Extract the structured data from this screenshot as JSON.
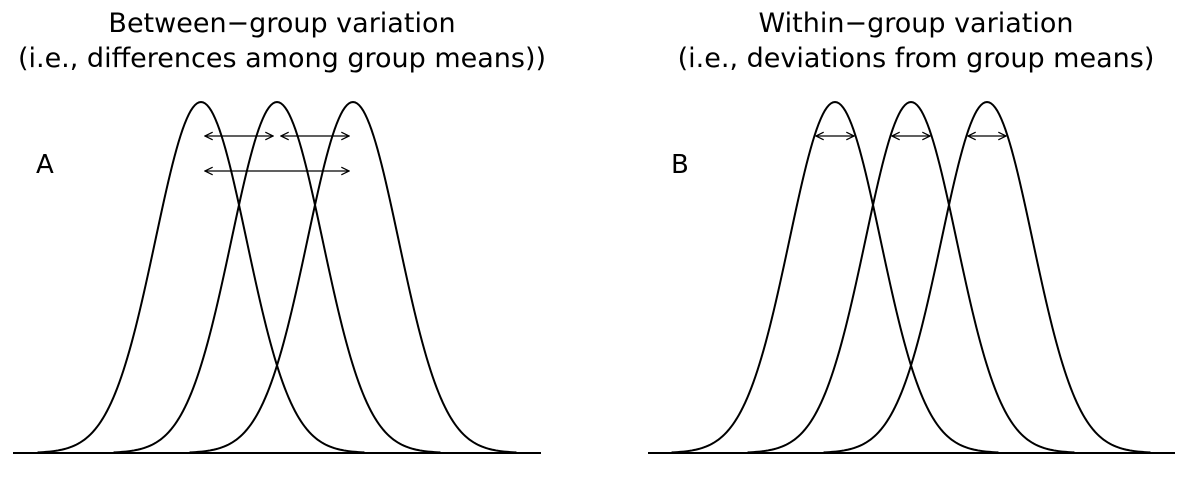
{
  "panels": [
    {
      "id": "A",
      "label": "A",
      "title_line1": "Between−group variation",
      "title_line2": "(i.e., differences among group means))",
      "group_means": [
        -1,
        0,
        1
      ],
      "arrows": [
        {
          "from": -1,
          "to": 0
        },
        {
          "from": 0,
          "to": 1
        },
        {
          "from": -1,
          "to": 1
        }
      ]
    },
    {
      "id": "B",
      "label": "B",
      "title_line1": "Within−group variation",
      "title_line2": "(i.e., deviations from group means)",
      "group_means": [
        -1,
        0,
        1
      ],
      "arrows": [
        {
          "center": -1,
          "half_width": 0.25
        },
        {
          "center": 0,
          "half_width": 0.25
        },
        {
          "center": 1,
          "half_width": 0.25
        }
      ]
    }
  ],
  "curve_sd": 0.3,
  "x_range": [
    -3.5,
    3.5
  ]
}
